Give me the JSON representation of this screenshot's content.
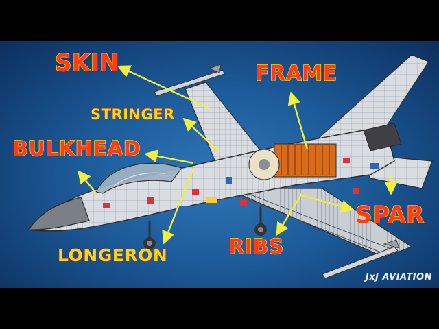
{
  "labels": {
    "skin": "SKIN",
    "stringer": "STRINGER",
    "bulkhead": "BULKHEAD",
    "frame": "FRAME",
    "longeron": "LONGERON",
    "ribs": "RIBS",
    "spar": "SPAR"
  },
  "watermark": "JxJ AVIATION",
  "colors": {
    "label_fill": "#ff3b1a",
    "label_outline": "#ffd21a",
    "arrow": "#f2ee3a",
    "background": "#1d5b9a"
  }
}
